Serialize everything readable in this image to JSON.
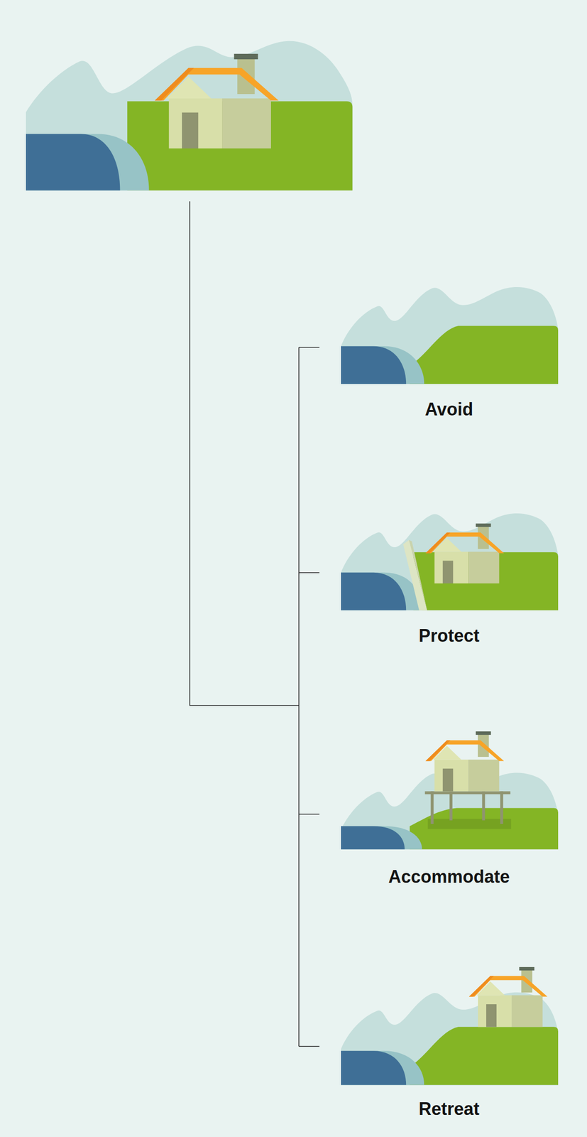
{
  "diagram": {
    "nodes": [
      {
        "text": [
          "Avoid"
        ]
      },
      {
        "text": [
          "Protect"
        ]
      },
      {
        "text": [
          "Accommodate"
        ]
      },
      {
        "text": [
          "Retreat"
        ]
      }
    ]
  }
}
